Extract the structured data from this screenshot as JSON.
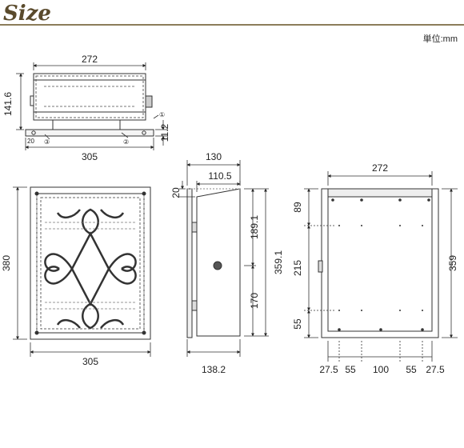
{
  "header": {
    "title": "Size",
    "unit_label": "単位:mm"
  },
  "top_view": {
    "width_top": "272",
    "height": "141.6",
    "base_height": "11.2",
    "width_bottom": "305",
    "small_dim": "20",
    "callouts": [
      "①",
      "②",
      "③"
    ]
  },
  "front_view": {
    "height": "380",
    "width": "305"
  },
  "side_view": {
    "top_depth": "130",
    "inner_depth": "110.5",
    "top_offset": "20",
    "upper_height": "189.1",
    "total_height": "359.1",
    "lower_height": "170",
    "bottom_depth": "138.2"
  },
  "back_view": {
    "width": "272",
    "height": "359",
    "left_dims": [
      "89",
      "215",
      "55"
    ],
    "bottom_dims": [
      "27.5",
      "55",
      "100",
      "55",
      "27.5"
    ]
  }
}
